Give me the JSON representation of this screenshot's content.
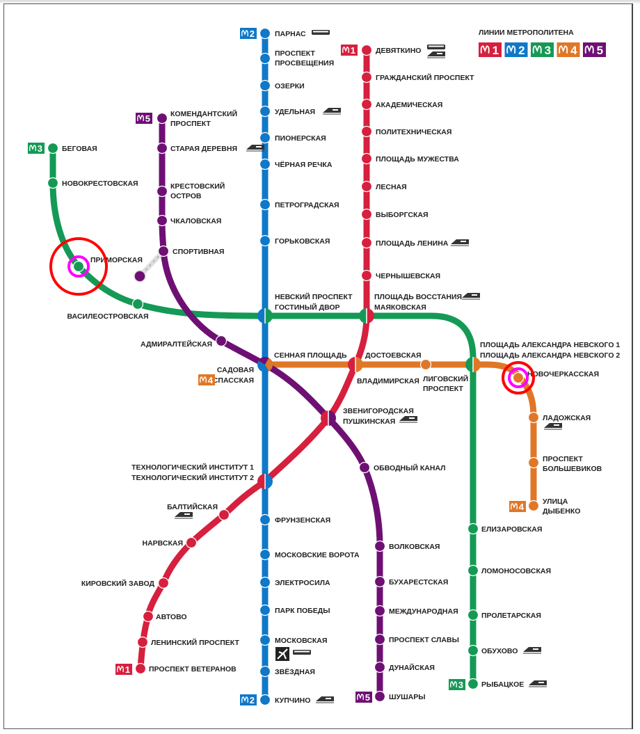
{
  "colors": {
    "line1": "#d6203e",
    "line2": "#0f78c8",
    "line3": "#149a55",
    "line4": "#e07727",
    "line5": "#6e1073",
    "highlight_outer": "#ff0000",
    "highlight_inner": "#ff00ff"
  },
  "legend": {
    "title": "ЛИНИИ МЕТРОПОЛИТЕНА",
    "lines": [
      "1",
      "2",
      "3",
      "4",
      "5"
    ]
  },
  "stations": {
    "parnas": [
      "ПАРНАС"
    ],
    "prosp_prosv": [
      "ПРОСПЕКТ",
      "ПРОСВЕЩЕНИЯ"
    ],
    "ozerki": [
      "ОЗЕРКИ"
    ],
    "udelnaya": [
      "УДЕЛЬНАЯ"
    ],
    "pionerskaya": [
      "ПИОНЕРСКАЯ"
    ],
    "chernaya": [
      "ЧЁРНАЯ РЕЧКА"
    ],
    "petrogr": [
      "ПЕТРОГРАДСКАЯ"
    ],
    "gorkovsk": [
      "ГОРЬКОВСКАЯ"
    ],
    "nevsky": [
      "НЕВСКИЙ ПРОСПЕКТ"
    ],
    "gostiny": [
      "ГОСТИНЫЙ ДВОР"
    ],
    "sennaya": [
      "СЕННАЯ ПЛОЩАДЬ"
    ],
    "sadovaya": [
      "САДОВАЯ"
    ],
    "spasskaya": [
      "СПАССКАЯ"
    ],
    "tehn1": [
      "ТЕХНОЛОГИЧЕСКИЙ ИНСТИТУТ 1"
    ],
    "tehn2": [
      "ТЕХНОЛОГИЧЕСКИЙ ИНСТИТУТ 2"
    ],
    "frunz": [
      "ФРУНЗЕНСКАЯ"
    ],
    "moskvorota": [
      "МОСКОВСКИЕ ВОРОТА"
    ],
    "elektrosila": [
      "ЭЛЕКТРОСИЛА"
    ],
    "parkpobedy": [
      "ПАРК ПОБЕДЫ"
    ],
    "moskovskaya": [
      "МОСКОВСКАЯ"
    ],
    "zvezdnaya": [
      "ЗВЁЗДНАЯ"
    ],
    "kupchino": [
      "КУПЧИНО"
    ],
    "devyatkino": [
      "ДЕВЯТКИНО"
    ],
    "grazhd": [
      "ГРАЖДАНСКИЙ ПРОСПЕКТ"
    ],
    "akadem": [
      "АКАДЕМИЧЕСКАЯ"
    ],
    "politeh": [
      "ПОЛИТЕХНИЧЕСКАЯ"
    ],
    "muzh": [
      "ПЛОЩАДЬ МУЖЕСТВА"
    ],
    "lesnaya": [
      "ЛЕСНАЯ"
    ],
    "vyborg": [
      "ВЫБОРГСКАЯ"
    ],
    "lenina": [
      "ПЛОЩАДЬ ЛЕНИНА"
    ],
    "chernysh": [
      "ЧЕРНЫШЕВСКАЯ"
    ],
    "vosstaniya": [
      "ПЛОЩАДЬ ВОССТАНИЯ"
    ],
    "mayak": [
      "МАЯКОВСКАЯ"
    ],
    "vladimir": [
      "ВЛАДИМИРСКАЯ"
    ],
    "dostoev": [
      "ДОСТОЕВСКАЯ"
    ],
    "pushkin": [
      "ПУШКИНСКАЯ"
    ],
    "zvenig": [
      "ЗВЕНИГОРОДСКАЯ"
    ],
    "baltiyskaya": [
      "БАЛТИЙСКАЯ"
    ],
    "narvskaya": [
      "НАРВСКАЯ"
    ],
    "kirovsky": [
      "КИРОВСКИЙ ЗАВОД"
    ],
    "avtovo": [
      "АВТОВО"
    ],
    "leninsky": [
      "ЛЕНИНСКИЙ ПРОСПЕКТ"
    ],
    "veteranov": [
      "ПРОСПЕКТ ВЕТЕРАНОВ"
    ],
    "begovaya": [
      "БЕГОВАЯ"
    ],
    "novokrest": [
      "НОВОКРЕСТОВСКАЯ"
    ],
    "primorskaya": [
      "ПРИМОРСКАЯ"
    ],
    "vasileostr": [
      "ВАСИЛЕОСТРОВСКАЯ"
    ],
    "alnev1": [
      "ПЛОЩАДЬ АЛЕКСАНДРА НЕВСКОГО 1"
    ],
    "alnev2": [
      "ПЛОЩАДЬ АЛЕКСАНДРА НЕВСКОГО 2"
    ],
    "elizar": [
      "ЕЛИЗАРОВСКАЯ"
    ],
    "lomonos": [
      "ЛОМОНОСОВСКАЯ"
    ],
    "proletar": [
      "ПРОЛЕТАРСКАЯ"
    ],
    "obuhovo": [
      "ОБУХОВО"
    ],
    "rybackoe": [
      "РЫБАЦКОЕ"
    ],
    "ligovsky": [
      "ЛИГОВСКИЙ",
      "ПРОСПЕКТ"
    ],
    "novocherk": [
      "НОВОЧЕРКАССКАЯ"
    ],
    "ladozh": [
      "ЛАДОЖСКАЯ"
    ],
    "bolsh": [
      "ПРОСПЕКТ",
      "БОЛЬШЕВИКОВ"
    ],
    "dybenko": [
      "УЛИЦА",
      "ДЫБЕНКО"
    ],
    "komend": [
      "КОМЕНДАНТСКИЙ",
      "ПРОСПЕКТ"
    ],
    "staraya": [
      "СТАРАЯ ДЕРЕВНЯ"
    ],
    "krest": [
      "КРЕСТОВСКИЙ",
      "ОСТРОВ"
    ],
    "chkalov": [
      "ЧКАЛОВСКАЯ"
    ],
    "sportiv": [
      "СПОРТИВНАЯ"
    ],
    "admiral": [
      "АДМИРАЛТЕЙСКАЯ"
    ],
    "obvodny": [
      "ОБВОДНЫЙ КАНАЛ"
    ],
    "volkovsk": [
      "ВОЛКОВСКАЯ"
    ],
    "buhar": [
      "БУХАРЕСТСКАЯ"
    ],
    "mezhdunar": [
      "МЕЖДУНАРОДНАЯ"
    ],
    "slavy": [
      "ПРОСПЕКТ СЛАВЫ"
    ],
    "dunay": [
      "ДУНАЙСКАЯ"
    ],
    "shushary": [
      "ШУШАРЫ"
    ]
  },
  "highlights": [
    "primorskaya",
    "novocherk"
  ]
}
